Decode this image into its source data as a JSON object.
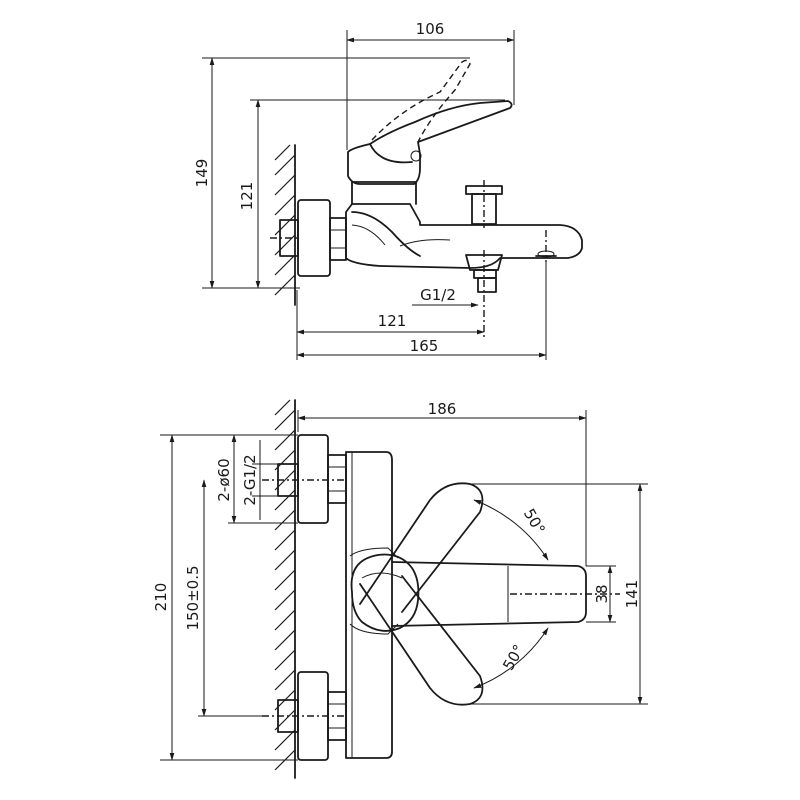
{
  "side_view": {
    "dims": {
      "top_width": "106",
      "total_height": "149",
      "spout_height": "121",
      "thread": "G1/2",
      "outlet_reach": "121",
      "total_reach": "165"
    }
  },
  "top_view": {
    "dims": {
      "total_width": "186",
      "connection_count_diameter": "2-ø60",
      "connection_count_thread": "2-G1/2",
      "total_length": "210",
      "center_distance": "150±0.5",
      "handle_angle_upper": "50°",
      "handle_angle_lower": "50°",
      "spout_width": "38",
      "handle_span": "141"
    }
  },
  "colors": {
    "line": "#1a1a1a",
    "background": "#ffffff"
  }
}
